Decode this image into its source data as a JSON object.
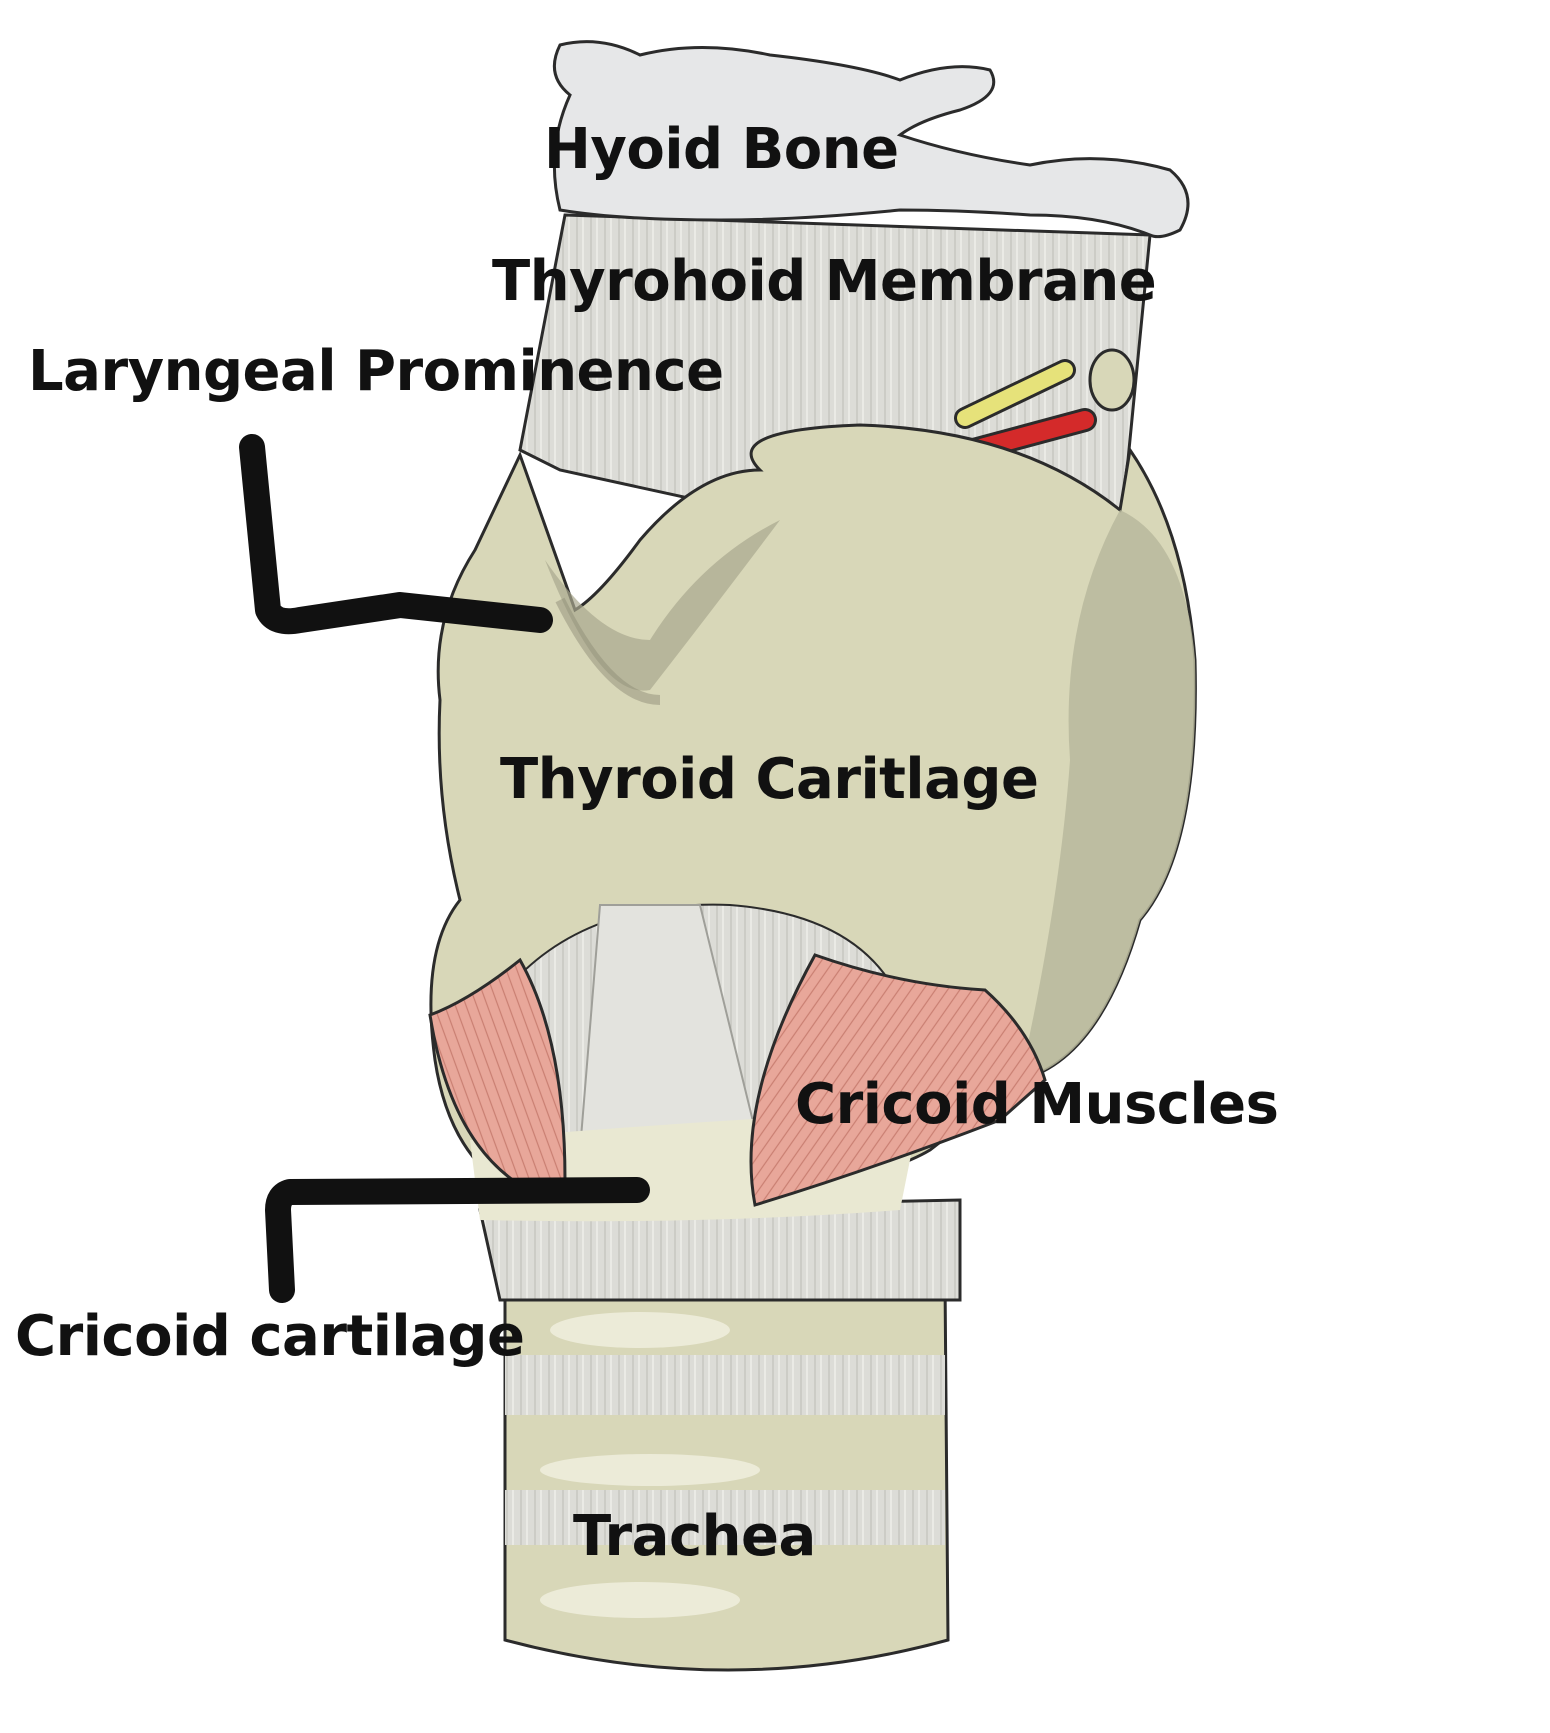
{
  "diagram": {
    "labels": {
      "hyoid_bone": "Hyoid Bone",
      "thyrohyoid_membrane": "Thyrohoid Membrane",
      "laryngeal_prominence": "Laryngeal Prominence",
      "thyroid_cartilage": "Thyroid Caritlage",
      "cricoid_muscles": "Cricoid Muscles",
      "cricoid_cartilage": "Cricoid cartilage",
      "trachea": "Trachea"
    },
    "colors": {
      "background": "#ffffff",
      "hyoid_bone": "#e6e7e8",
      "membrane": "#d9d9d4",
      "cartilage": "#d8d7b8",
      "cartilage_shadow": "#b9b89c",
      "muscle": "#e8a79a",
      "nerve": "#e6e27a",
      "artery": "#d42a2a",
      "outline": "#2b2b2b",
      "pointer_line": "#111111"
    }
  }
}
